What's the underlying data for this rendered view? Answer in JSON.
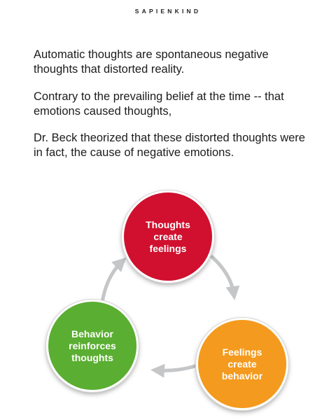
{
  "header": {
    "brand": "SAPIENKIND"
  },
  "text": {
    "p1_line1": "Automatic thoughts are spontaneous negative",
    "p1_line2": "thoughts that distorted reality.",
    "p2_line1": "Contrary to the prevailing belief at the time -- that",
    "p2_line2": "emotions caused thoughts,",
    "p3_line1": "Dr. Beck theorized that these distorted thoughts were",
    "p3_line2": "in fact, the cause of negative emotions."
  },
  "diagram": {
    "nodes": [
      {
        "id": "thoughts",
        "lines": [
          "Thoughts",
          "create",
          "feelings"
        ],
        "color": "#d0102e"
      },
      {
        "id": "feelings",
        "lines": [
          "Feelings",
          "create",
          "behavior"
        ],
        "color": "#f49a1e"
      },
      {
        "id": "behavior",
        "lines": [
          "Behavior",
          "reinforces",
          "thoughts"
        ],
        "color": "#5aae31"
      }
    ],
    "arrow_color": "#c4c6c8"
  }
}
